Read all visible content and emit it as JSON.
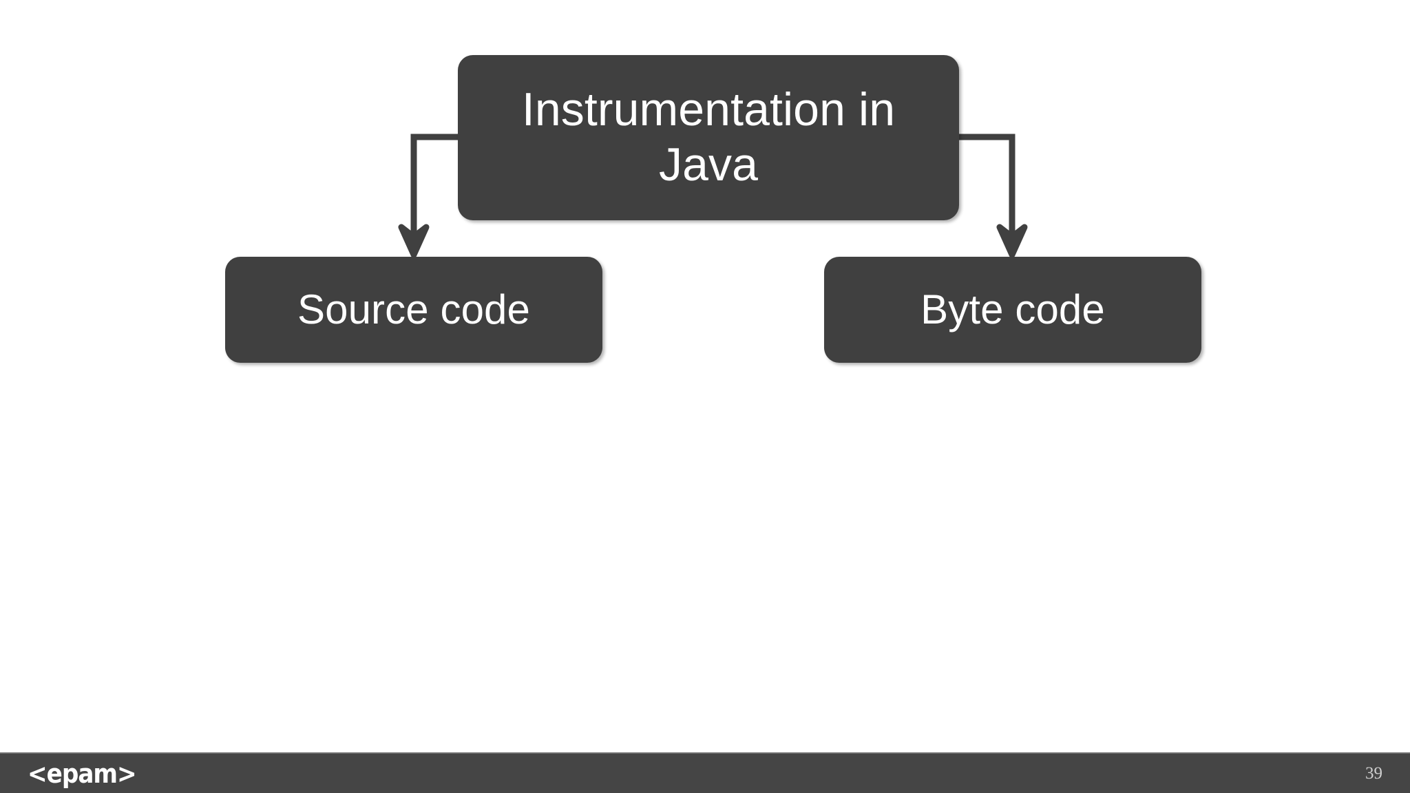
{
  "slide": {
    "background_color": "#ffffff",
    "node_fill_color": "#404040",
    "node_text_color": "#ffffff",
    "connector_color": "#404040"
  },
  "diagram": {
    "type": "tree",
    "root": {
      "id": "instrumentation-in-java",
      "label": "Instrumentation in Java"
    },
    "children": [
      {
        "id": "source-code",
        "label": "Source code"
      },
      {
        "id": "byte-code",
        "label": "Byte code"
      }
    ]
  },
  "footer": {
    "logo_text": "<epam>",
    "slide_number": "39",
    "bar_color": "#454545",
    "slide_number_color": "#cfcfcf"
  }
}
